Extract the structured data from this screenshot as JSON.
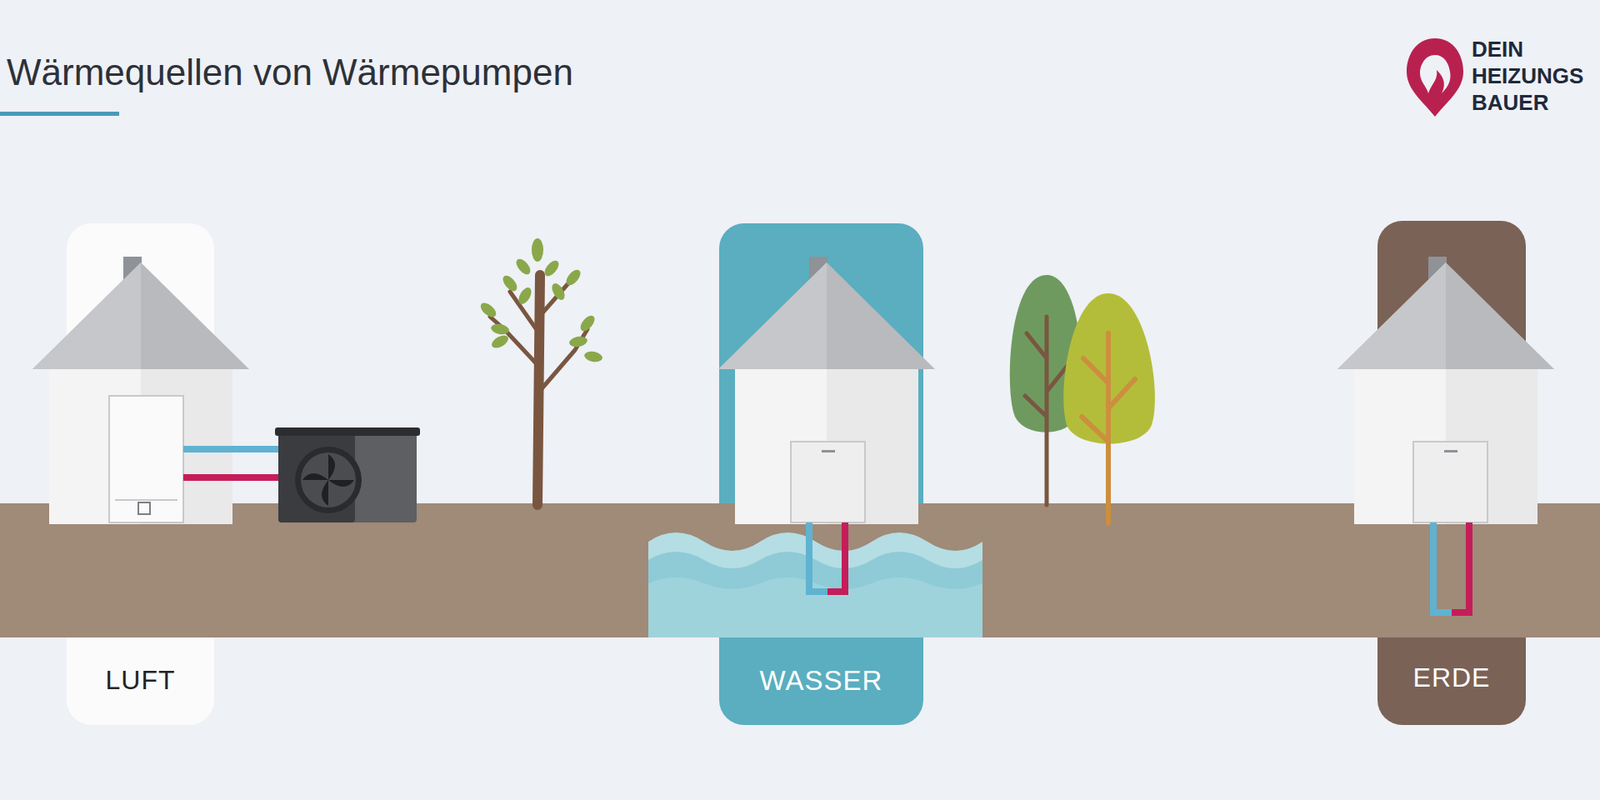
{
  "diagram": {
    "title": "Wärmequellen von Wärmepumpen",
    "nodes": [
      {
        "text": [
          "LUFT"
        ]
      },
      {
        "text": [
          "WASSER"
        ]
      },
      {
        "text": [
          "ERDE"
        ]
      }
    ],
    "labels": [
      "DEIN",
      "HEIZUNGS",
      "BAUER"
    ]
  }
}
